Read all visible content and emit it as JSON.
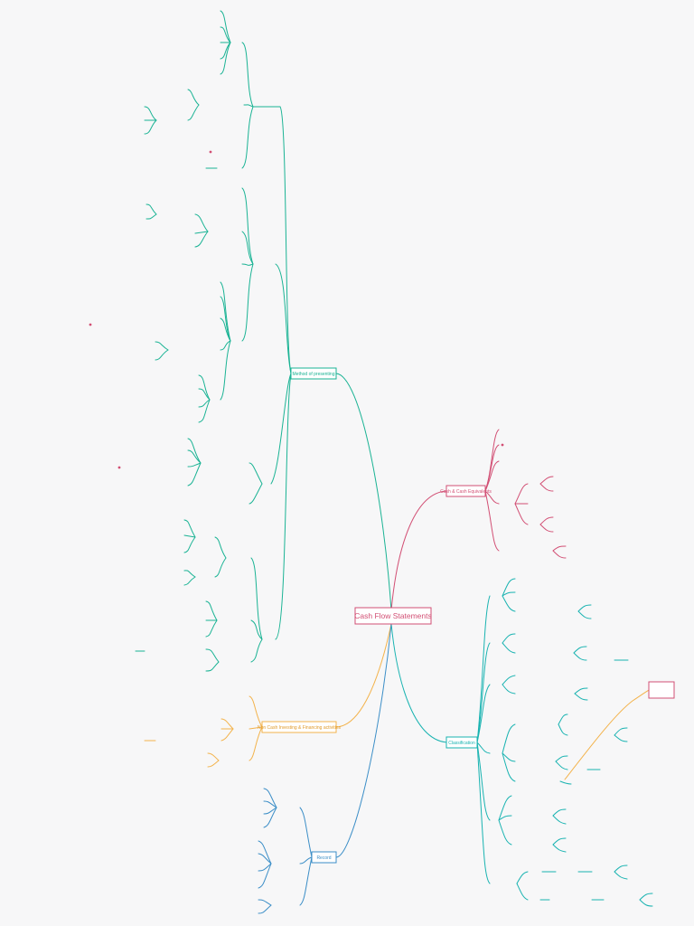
{
  "central": {
    "title": "Cash Flow Statements"
  },
  "branches": {
    "method": {
      "label": "Method of presenting"
    },
    "cash_equivalents": {
      "label": "Cash & Cash Equivalents"
    },
    "classification": {
      "label": "Classification"
    },
    "noncash": {
      "label": "Non Cash Investing & Financing activities"
    },
    "record": {
      "label": "Record"
    }
  },
  "note_box": {
    "label": ""
  },
  "colors": {
    "green": "#1ab394",
    "red": "#d24f74",
    "orange": "#f3b34c",
    "blue": "#3b8ec7",
    "teal": "#19b3b1",
    "central_border": "#d24f74"
  }
}
